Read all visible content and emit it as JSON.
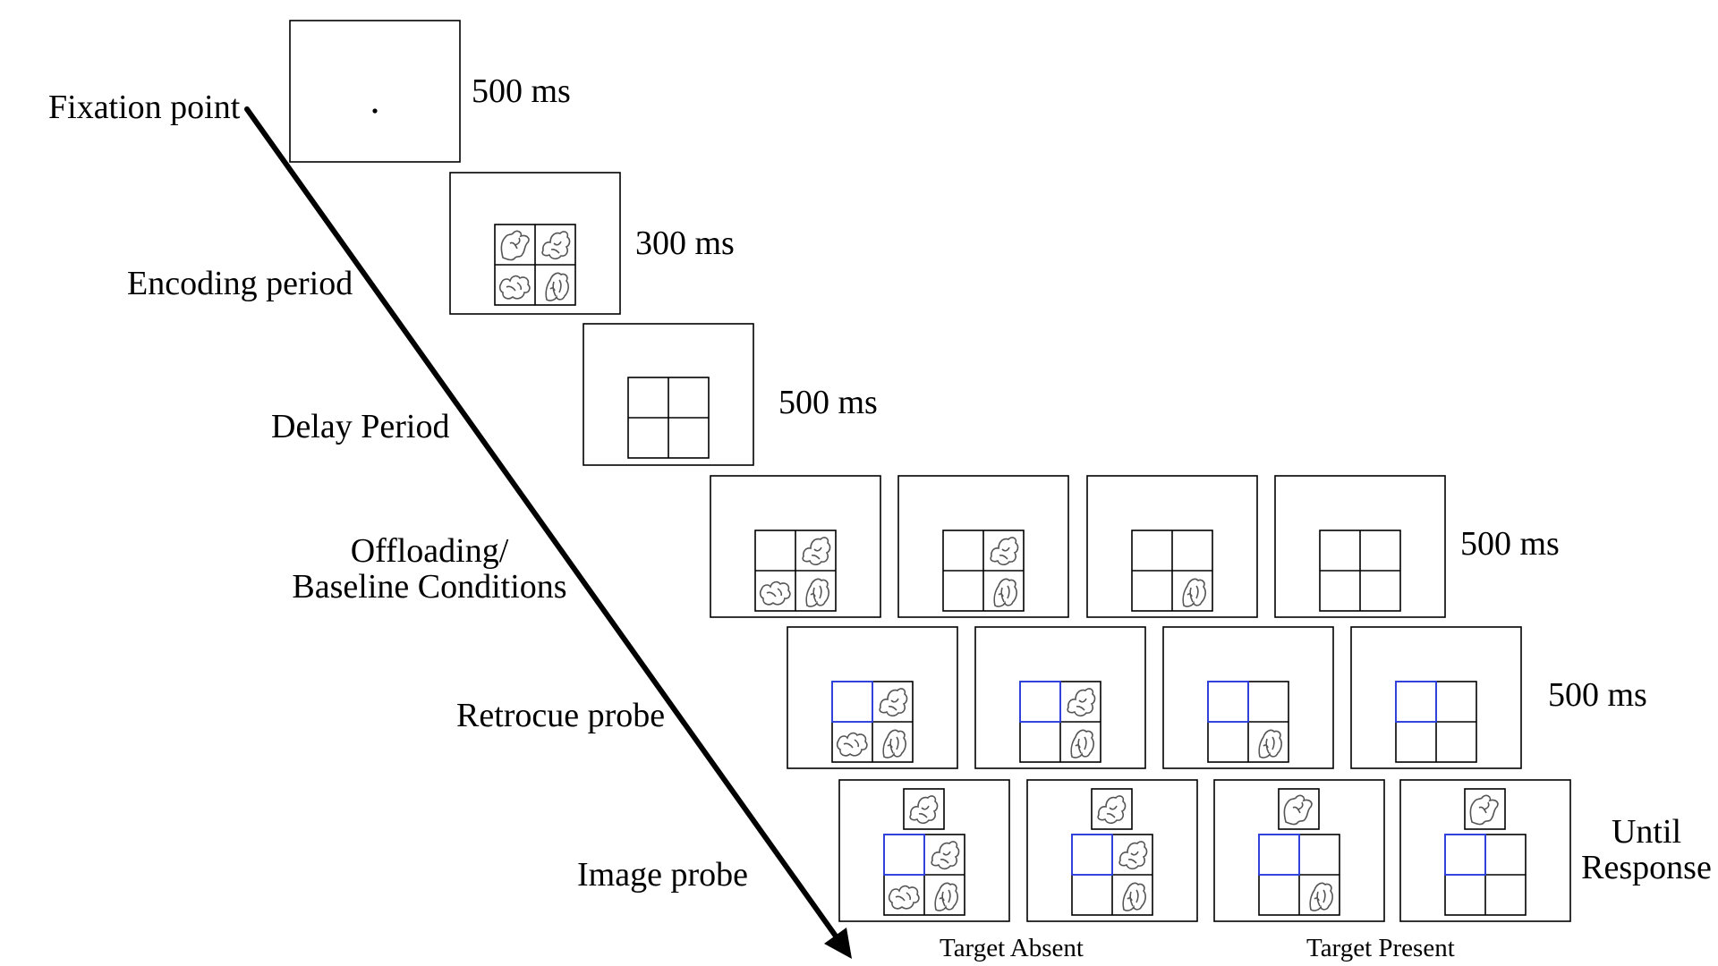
{
  "stages": {
    "fixation": "Fixation point",
    "encoding": "Encoding period",
    "delay": "Delay Period",
    "offloading_line1": "Offloading/",
    "offloading_line2": "Baseline Conditions",
    "retrocue": "Retrocue probe",
    "image_probe": "Image probe"
  },
  "durations": {
    "fixation": "500 ms",
    "encoding": "300 ms",
    "delay": "500 ms",
    "offloading": "500 ms",
    "retrocue": "500 ms",
    "probe_line1": "Until",
    "probe_line2": "Response"
  },
  "conditions": {
    "target_absent": "Target Absent",
    "target_present": "Target Present"
  },
  "colors": {
    "frame": "#000000",
    "shape": "#555555",
    "cue": "#2a3fe6"
  },
  "icons": {
    "timeline_arrow": "diagonal-arrow-icon",
    "shape_a": "shape-icon",
    "shape_b": "shape-icon",
    "shape_c": "shape-icon",
    "shape_d": "shape-icon"
  }
}
